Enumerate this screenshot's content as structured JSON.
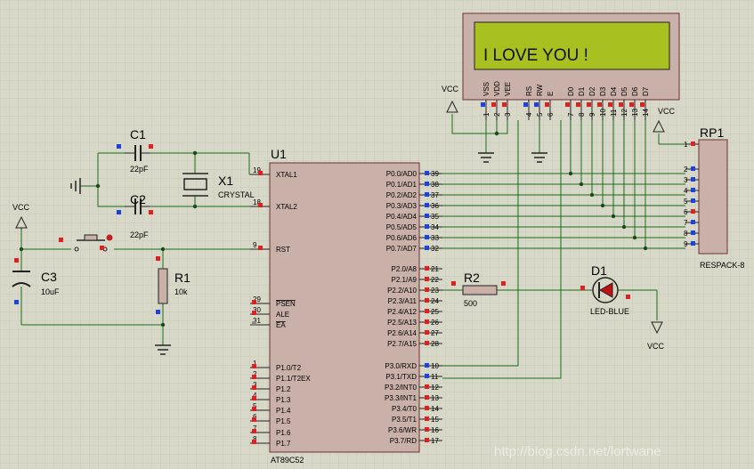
{
  "u1": {
    "ref": "U1",
    "part": "AT89C52",
    "left_pins": [
      {
        "num": "19",
        "name": "XTAL1"
      },
      {
        "num": "18",
        "name": "XTAL2"
      },
      {
        "num": "9",
        "name": "RST"
      },
      {
        "num": "29",
        "name": "PSEN"
      },
      {
        "num": "30",
        "name": "ALE"
      },
      {
        "num": "31",
        "name": "EA"
      },
      {
        "num": "1",
        "name": "P1.0/T2"
      },
      {
        "num": "2",
        "name": "P1.1/T2EX"
      },
      {
        "num": "3",
        "name": "P1.2"
      },
      {
        "num": "4",
        "name": "P1.3"
      },
      {
        "num": "5",
        "name": "P1.4"
      },
      {
        "num": "6",
        "name": "P1.5"
      },
      {
        "num": "7",
        "name": "P1.6"
      },
      {
        "num": "8",
        "name": "P1.7"
      }
    ],
    "right_pins": [
      {
        "num": "39",
        "name": "P0.0/AD0"
      },
      {
        "num": "38",
        "name": "P0.1/AD1"
      },
      {
        "num": "37",
        "name": "P0.2/AD2"
      },
      {
        "num": "36",
        "name": "P0.3/AD3"
      },
      {
        "num": "35",
        "name": "P0.4/AD4"
      },
      {
        "num": "34",
        "name": "P0.5/AD5"
      },
      {
        "num": "33",
        "name": "P0.6/AD6"
      },
      {
        "num": "32",
        "name": "P0.7/AD7"
      },
      {
        "num": "21",
        "name": "P2.0/A8"
      },
      {
        "num": "22",
        "name": "P2.1/A9"
      },
      {
        "num": "23",
        "name": "P2.2/A10"
      },
      {
        "num": "24",
        "name": "P2.3/A11"
      },
      {
        "num": "25",
        "name": "P2.4/A12"
      },
      {
        "num": "26",
        "name": "P2.5/A13"
      },
      {
        "num": "27",
        "name": "P2.6/A14"
      },
      {
        "num": "28",
        "name": "P2.7/A15"
      },
      {
        "num": "10",
        "name": "P3.0/RXD"
      },
      {
        "num": "11",
        "name": "P3.1/TXD"
      },
      {
        "num": "12",
        "name": "P3.2/INT0"
      },
      {
        "num": "13",
        "name": "P3.3/INT1"
      },
      {
        "num": "14",
        "name": "P3.4/T0"
      },
      {
        "num": "15",
        "name": "P3.5/T1"
      },
      {
        "num": "16",
        "name": "P3.6/WR"
      },
      {
        "num": "17",
        "name": "P3.7/RD"
      }
    ]
  },
  "lcd": {
    "text": "I LOVE YOU !",
    "pins": [
      {
        "num": "1",
        "name": "VSS"
      },
      {
        "num": "2",
        "name": "VDD"
      },
      {
        "num": "3",
        "name": "VEE"
      },
      {
        "num": "4",
        "name": "RS"
      },
      {
        "num": "5",
        "name": "RW"
      },
      {
        "num": "6",
        "name": "E"
      },
      {
        "num": "7",
        "name": "D0"
      },
      {
        "num": "8",
        "name": "D1"
      },
      {
        "num": "9",
        "name": "D2"
      },
      {
        "num": "10",
        "name": "D3"
      },
      {
        "num": "11",
        "name": "D4"
      },
      {
        "num": "12",
        "name": "D5"
      },
      {
        "num": "13",
        "name": "D6"
      },
      {
        "num": "14",
        "name": "D7"
      }
    ]
  },
  "rp1": {
    "ref": "RP1",
    "part": "RESPACK-8",
    "pins": [
      "1",
      "2",
      "3",
      "4",
      "5",
      "6",
      "7",
      "8",
      "9"
    ]
  },
  "c1": {
    "ref": "C1",
    "value": "22pF"
  },
  "c2": {
    "ref": "C2",
    "value": "22pF"
  },
  "c3": {
    "ref": "C3",
    "value": "10uF"
  },
  "x1": {
    "ref": "X1",
    "value": "CRYSTAL"
  },
  "r1": {
    "ref": "R1",
    "value": "10k"
  },
  "r2": {
    "ref": "R2",
    "value": "500"
  },
  "d1": {
    "ref": "D1",
    "value": "LED-BLUE"
  },
  "power": {
    "vcc": "VCC"
  },
  "watermark": "http://blog.csdn.net/lortwane",
  "colors": {
    "background": "#d8d8c8",
    "wire": "#1a6b1a",
    "body": "#c9b0a8",
    "lcd_screen": "#a8c020",
    "pin_red": "#e02020",
    "pin_blue": "#2040e0"
  }
}
